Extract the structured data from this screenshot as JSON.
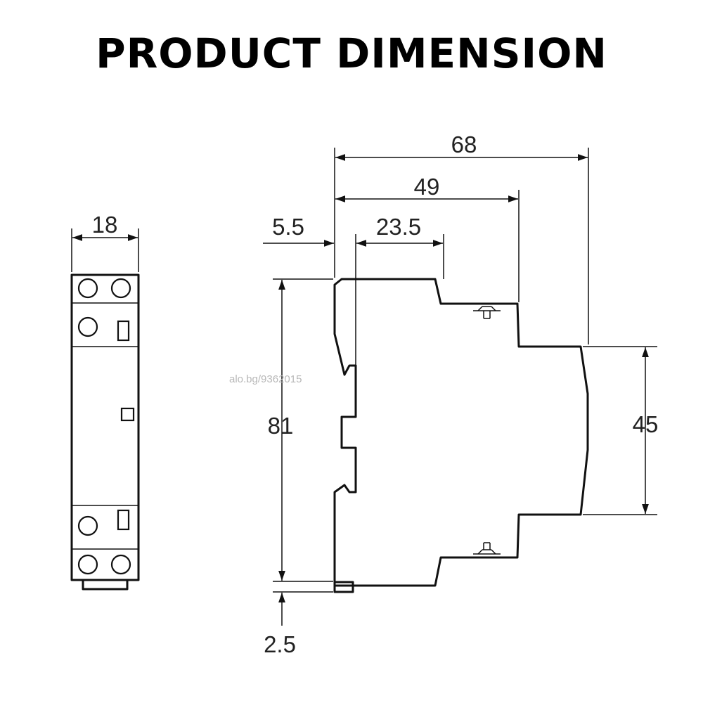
{
  "title": "PRODUCT DIMENSION",
  "watermark": "alo.bg/9362015",
  "front_view": {
    "width_label": "18"
  },
  "side_view": {
    "total_depth_label": "68",
    "depth_to_step2_label": "49",
    "rail_offset_label": "5.5",
    "depth_to_step1_label": "23.5",
    "height_label": "81",
    "front_height_label": "45",
    "clip_label": "2.5"
  },
  "colors": {
    "line": "#111111",
    "text": "#222222",
    "background": "#ffffff"
  }
}
